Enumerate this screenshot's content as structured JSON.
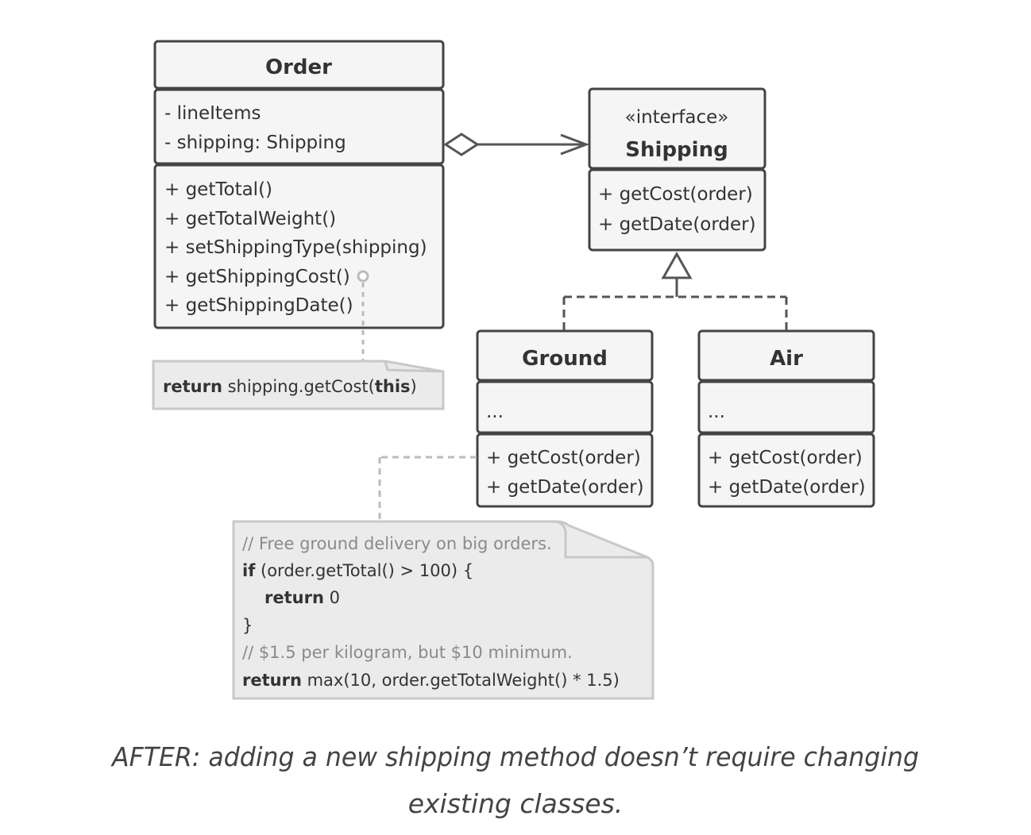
{
  "order": {
    "name": "Order",
    "attributes": [
      "- lineItems",
      "- shipping: Shipping"
    ],
    "methods": [
      "+ getTotal()",
      "+ getTotalWeight()",
      "+ setShippingType(shipping)",
      "+ getShippingCost()",
      "+ getShippingDate()"
    ]
  },
  "shipping": {
    "stereotype": "«interface»",
    "name": "Shipping",
    "methods": [
      "+ getCost(order)",
      "+ getDate(order)"
    ]
  },
  "ground": {
    "name": "Ground",
    "attributes": "...",
    "methods": [
      "+ getCost(order)",
      "+ getDate(order)"
    ]
  },
  "air": {
    "name": "Air",
    "attributes": "...",
    "methods": [
      "+ getCost(order)",
      "+ getDate(order)"
    ]
  },
  "note_order": {
    "kw": "return",
    "text1": " shipping.getCost(",
    "kw2": "this",
    "text2": ")"
  },
  "note_ground": {
    "line1": "// Free ground delivery on big orders.",
    "line2_kw": "if",
    "line2": " (order.getTotal() > 100) {",
    "line3_kw": "return",
    "line3": " 0",
    "line4": "}",
    "line5": "// $1.5 per kilogram, but $10 minimum.",
    "line6_kw": "return",
    "line6": " max(10, order.getTotalWeight() * 1.5)"
  },
  "caption": {
    "line1": "AFTER: adding a new shipping method doesn’t require changing",
    "line2": "existing classes."
  }
}
